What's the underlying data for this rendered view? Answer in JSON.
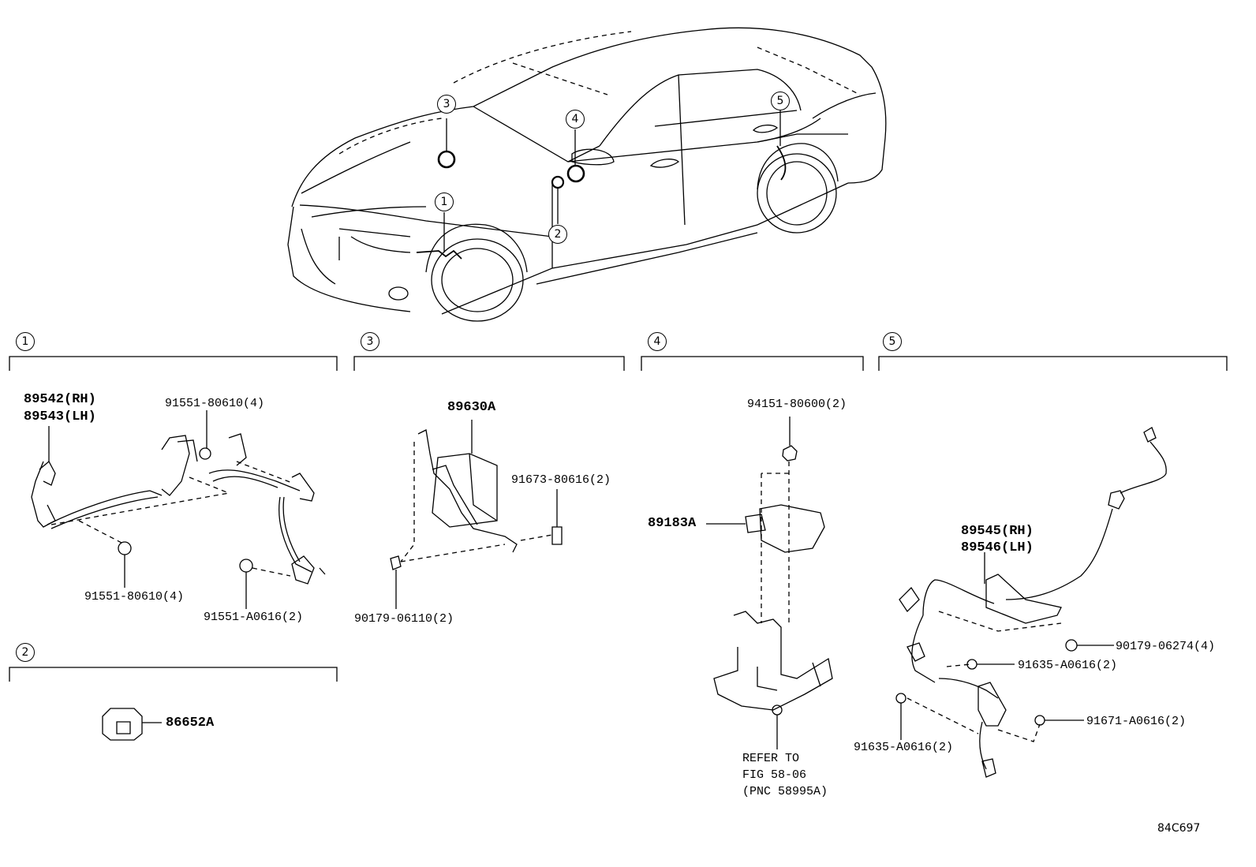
{
  "callouts": {
    "c1": "1",
    "c2": "2",
    "c3": "3",
    "c4": "4",
    "c5": "5"
  },
  "section1": {
    "part_rh": "89542(RH)",
    "part_lh": "89543(LH)",
    "bolt_top": "91551-80610(4)",
    "bolt_bottom": "91551-80610(4)",
    "bolt_sensor": "91551-A0616(2)"
  },
  "section2": {
    "part": "86652A"
  },
  "section3": {
    "part": "89630A",
    "bolt": "91673-80616(2)",
    "clip": "90179-06110(2)"
  },
  "section4": {
    "nut": "94151-80600(2)",
    "part": "89183A",
    "refer_line1": "REFER TO",
    "refer_line2": "FIG 58-06",
    "refer_line3": "(PNC 58995A)"
  },
  "section5": {
    "part_rh": "89545(RH)",
    "part_lh": "89546(LH)",
    "nut": "90179-06274(4)",
    "bolt_a": "91635-A0616(2)",
    "bolt_b": "91635-A0616(2)",
    "bolt_c": "91671-A0616(2)"
  },
  "figure_code": "84C697"
}
